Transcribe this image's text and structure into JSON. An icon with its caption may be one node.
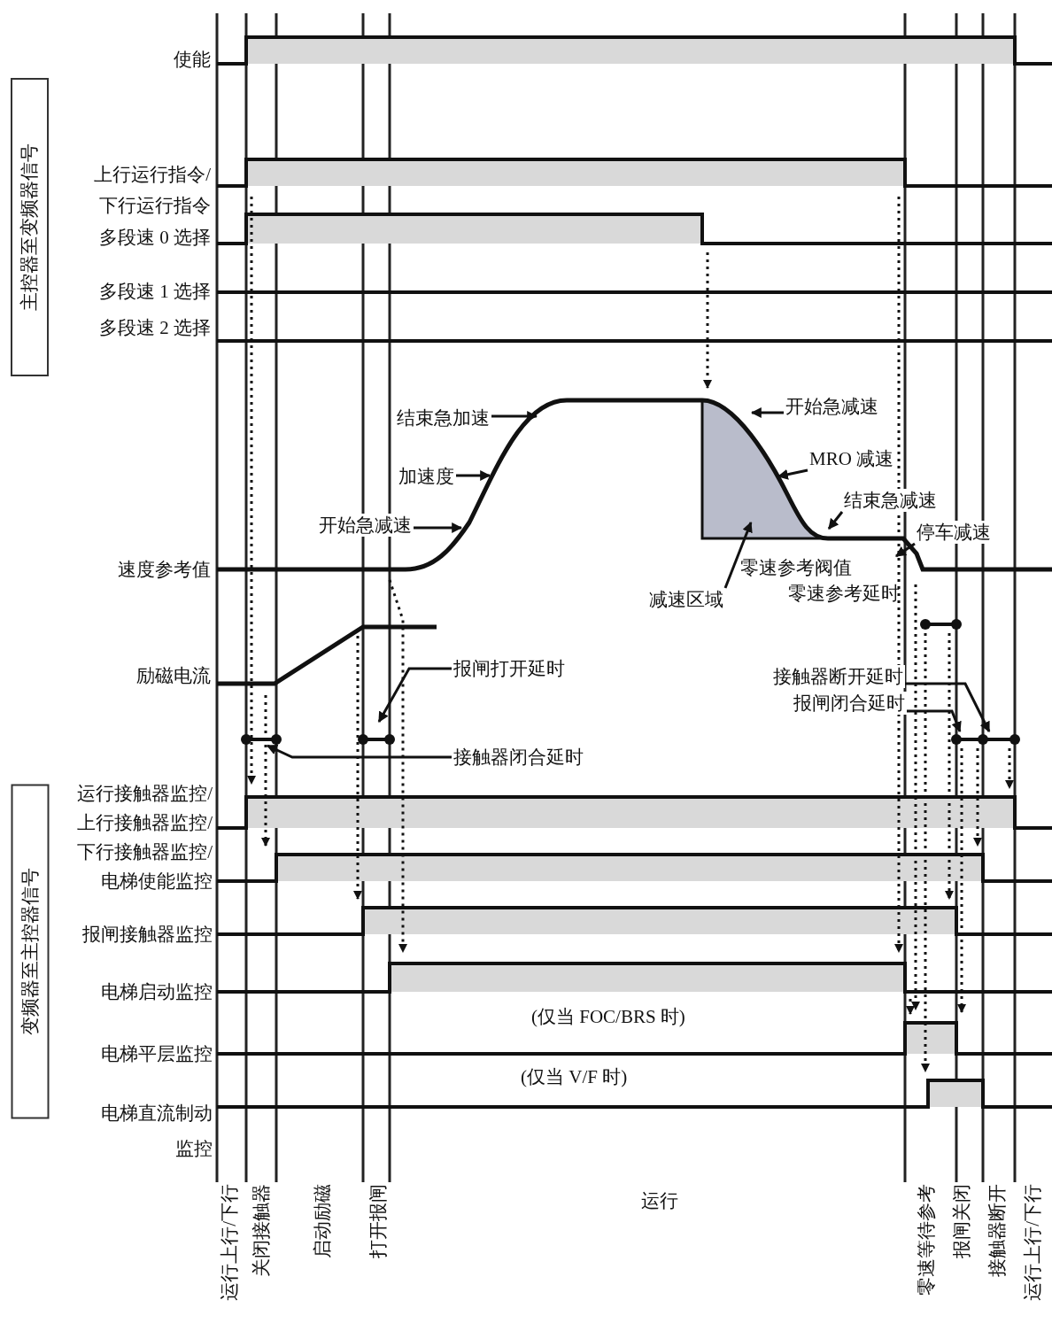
{
  "diagram": {
    "nodes": [
      {
        "text": [
          "主控器至变频器信号"
        ]
      },
      {
        "text": [
          "变频器至主控器信号"
        ]
      },
      {
        "text": [
          "结束急加速"
        ]
      },
      {
        "text": [
          "加速度"
        ]
      },
      {
        "text": [
          "开始急减速"
        ]
      },
      {
        "text": [
          "开始急减速"
        ]
      },
      {
        "text": [
          "MRO 减速"
        ]
      },
      {
        "text": [
          "结束急减速"
        ]
      },
      {
        "text": [
          "停车减速"
        ]
      },
      {
        "text": [
          "减速区域"
        ]
      },
      {
        "text": [
          "报闸打开延时"
        ]
      },
      {
        "text": [
          "接触器闭合延时"
        ]
      },
      {
        "text": [
          "接触器断开延时"
        ]
      },
      {
        "text": [
          "报闸闭合延时"
        ]
      }
    ],
    "edges": [
      {
        "from": 2,
        "to": null,
        "arrow": "to"
      },
      {
        "from": 3,
        "to": null,
        "arrow": "to"
      },
      {
        "from": 4,
        "to": null,
        "arrow": "to"
      },
      {
        "from": 5,
        "to": null,
        "arrow": "to"
      },
      {
        "from": 6,
        "to": null,
        "arrow": "to"
      },
      {
        "from": 7,
        "to": null,
        "arrow": "to"
      },
      {
        "from": 8,
        "to": null,
        "arrow": "to"
      },
      {
        "from": 9,
        "to": null,
        "arrow": "to"
      },
      {
        "from": 10,
        "to": null,
        "arrow": "to"
      },
      {
        "from": 11,
        "to": null,
        "arrow": "to"
      },
      {
        "from": 12,
        "to": null,
        "arrow": "to"
      },
      {
        "from": 13,
        "to": null,
        "arrow": "to"
      }
    ],
    "labels": [
      "使能",
      "上行运行指令/下行运行指令",
      "多段速 0 选择",
      "多段速 1 选择",
      "多段速 2 选择",
      "速度参考值",
      "零速参考阀值",
      "零速参考延时",
      "励磁电流",
      "运行接触器监控/上行接触器监控/下行接触器监控/",
      "电梯使能监控",
      "报闸接触器监控",
      "电梯启动监控",
      "(仅当 FOC/BRS 时)",
      "电梯平层监控",
      "(仅当 V/F 时)",
      "电梯直流制动监控",
      "运行上行/下行",
      "关闭接触器",
      "启动励磁",
      "打开报闸",
      "运行",
      "零速等待参考",
      "报闸关闭",
      "接触器断开",
      "运行上行/下行"
    ]
  }
}
